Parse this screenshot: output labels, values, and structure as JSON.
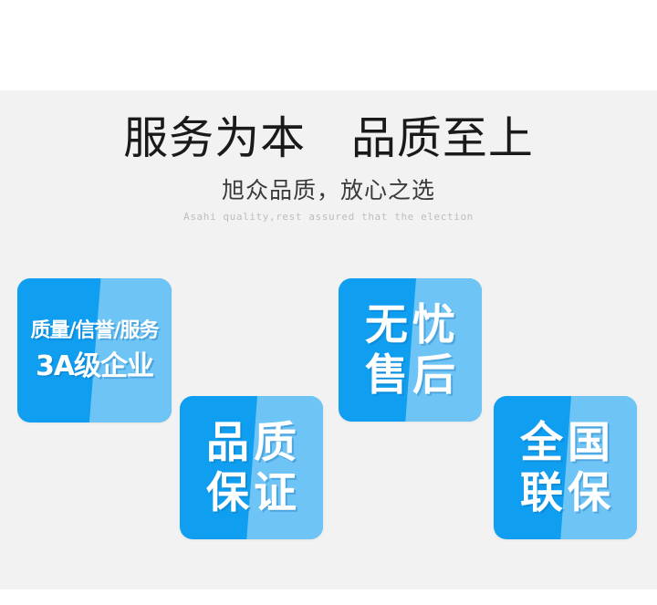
{
  "theme": {
    "page_background": "#ffffff",
    "panel_background": "#f2f2f2",
    "badge_blue_dark": "#0f9ef0",
    "badge_blue_light": "#6ec4f5",
    "badge_text": "#ffffff",
    "headline_color": "#1a1a1a",
    "subhead_color": "#3a3a3a",
    "subhead_en_color": "#bdbdbd"
  },
  "heading": {
    "headline": "服务为本   品质至上",
    "subhead": "旭众品质，放心之选",
    "subhead_en": "Asahi quality,rest assured that the election"
  },
  "badges": [
    {
      "id": "badge-aaa",
      "name": "badge-3a-enterprise",
      "line1": "质量/信誉/服务",
      "line2": "3A级企业"
    },
    {
      "id": "badge-pinzhi",
      "name": "badge-quality-guarantee",
      "line1": "品质",
      "line2": "保证"
    },
    {
      "id": "badge-wuyou",
      "name": "badge-worry-free-after-sales",
      "line1": "无忧",
      "line2": "售后"
    },
    {
      "id": "badge-quanguo",
      "name": "badge-nationwide-warranty",
      "line1": "全国",
      "line2": "联保"
    }
  ]
}
